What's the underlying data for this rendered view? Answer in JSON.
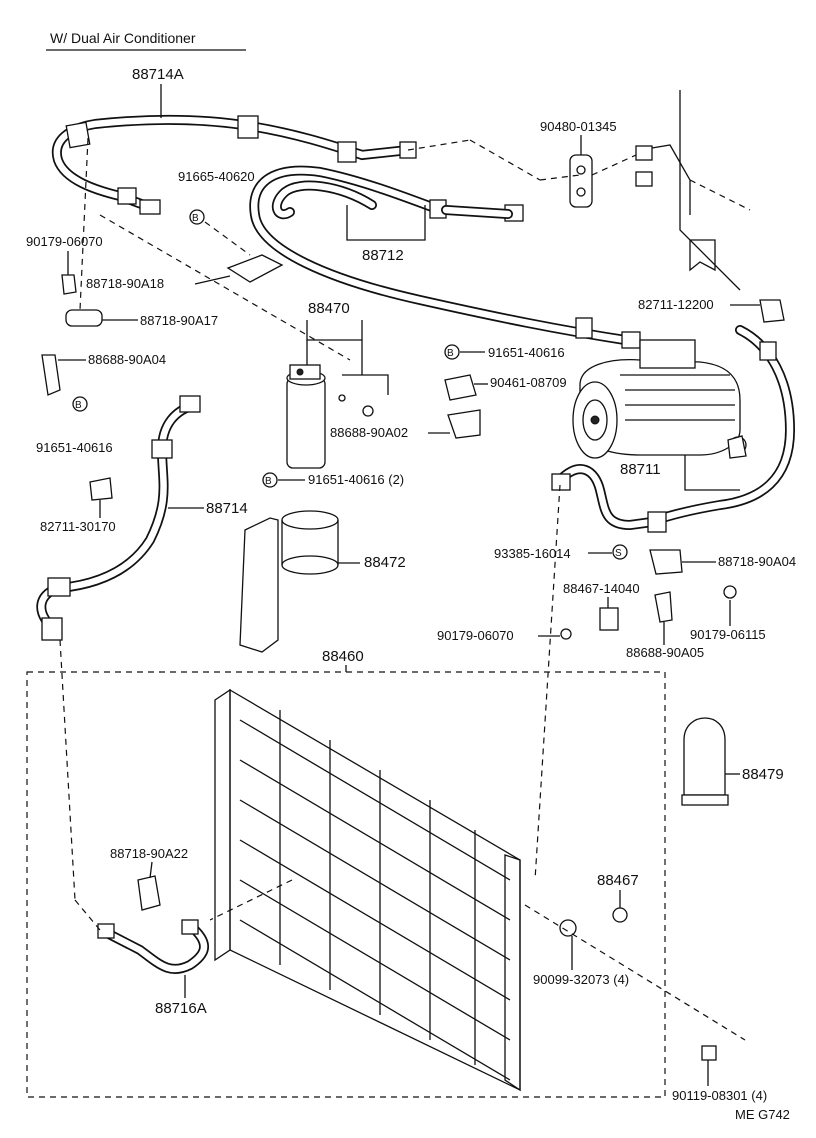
{
  "title": "W/ Dual Air Conditioner",
  "code": "ME  G742",
  "labels": {
    "p88714A": "88714A",
    "p90480_01345": "90480-01345",
    "p91665_40620": "91665-40620",
    "b1": "B",
    "p90179_06070_a": "90179-06070",
    "p88712": "88712",
    "p88718_90A18": "88718-90A18",
    "p82711_12200": "82711-12200",
    "p88718_90A17": "88718-90A17",
    "p88470": "88470",
    "b2": "B",
    "p91651_40616_a": "91651-40616",
    "p88688_90A04": "88688-90A04",
    "p90461_08709": "90461-08709",
    "b3": "B",
    "p88688_90A02": "88688-90A02",
    "p91651_40616_b": "91651-40616",
    "p88711": "88711",
    "b4": "B",
    "p91651_40616_2": "91651-40616 (2)",
    "p82711_30170": "82711-30170",
    "p88714": "88714",
    "p93385_16014": "93385-16014",
    "s1": "S",
    "p88718_90A04": "88718-90A04",
    "p88472": "88472",
    "p88467_14040": "88467-14040",
    "p90179_06115": "90179-06115",
    "p90179_06070_b": "90179-06070",
    "p88688_90A05": "88688-90A05",
    "p88460": "88460",
    "p88479": "88479",
    "p88718_90A22": "88718-90A22",
    "p88467": "88467",
    "p90099_32073": "90099-32073 (4)",
    "p88716A": "88716A",
    "p90119_08301": "90119-08301 (4)"
  }
}
